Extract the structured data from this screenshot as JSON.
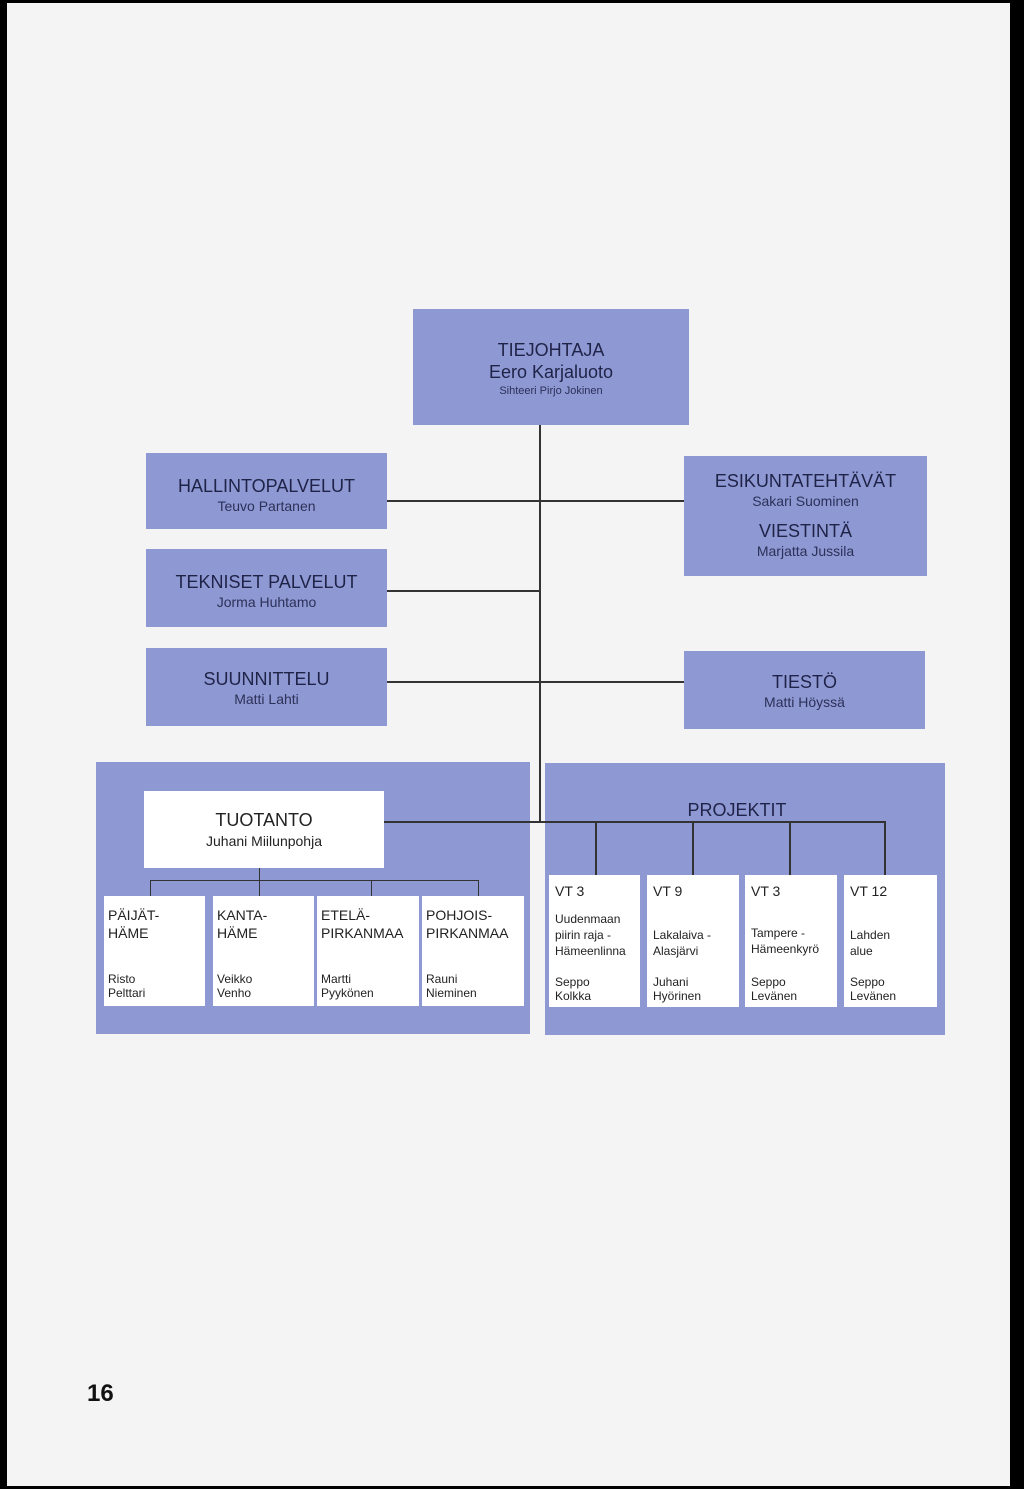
{
  "director": {
    "title": "TIEJOHTAJA",
    "name": "Eero Karjaluoto",
    "secretary": "Sihteeri Pirjo Jokinen"
  },
  "left_units": [
    {
      "title": "HALLINTOPALVELUT",
      "name": "Teuvo Partanen"
    },
    {
      "title": "TEKNISET PALVELUT",
      "name": "Jorma Huhtamo"
    },
    {
      "title": "SUUNNITTELU",
      "name": "Matti Lahti"
    }
  ],
  "right_units": [
    {
      "title": "ESIKUNTATEHTÄVÄT",
      "name": "Sakari Suominen",
      "title2": "VIESTINTÄ",
      "name2": "Marjatta Jussila"
    },
    {
      "title": "TIESTÖ",
      "name": "Matti Höyssä"
    }
  ],
  "production": {
    "title": "TUOTANTO",
    "name": "Juhani Miilunpohja",
    "districts": [
      {
        "name": "PÄIJÄT-\nHÄME",
        "person": "Risto\nPelttari"
      },
      {
        "name": "KANTA-\nHÄME",
        "person": "Veikko\nVenho"
      },
      {
        "name": "ETELÄ-\nPIRKANMAA",
        "person": "Martti\nPyykönen"
      },
      {
        "name": "POHJOIS-\nPIRKANMAA",
        "person": "Rauni\nNieminen"
      }
    ]
  },
  "projects": {
    "title": "PROJEKTIT",
    "items": [
      {
        "code": "VT 3",
        "route": "Uudenmaan\npiirin raja -\nHämeenlinna",
        "person": "Seppo\nKolkka"
      },
      {
        "code": "VT 9",
        "route": "Lakalaiva -\nAlasjärvi",
        "person": "Juhani\nHyörinen"
      },
      {
        "code": "VT 3",
        "route": "Tampere -\nHämeenkyrö",
        "person": "Seppo\nLevänen"
      },
      {
        "code": "VT 12",
        "route": "Lahden\nalue",
        "person": "Seppo\nLevänen"
      }
    ]
  },
  "page_number": "16"
}
